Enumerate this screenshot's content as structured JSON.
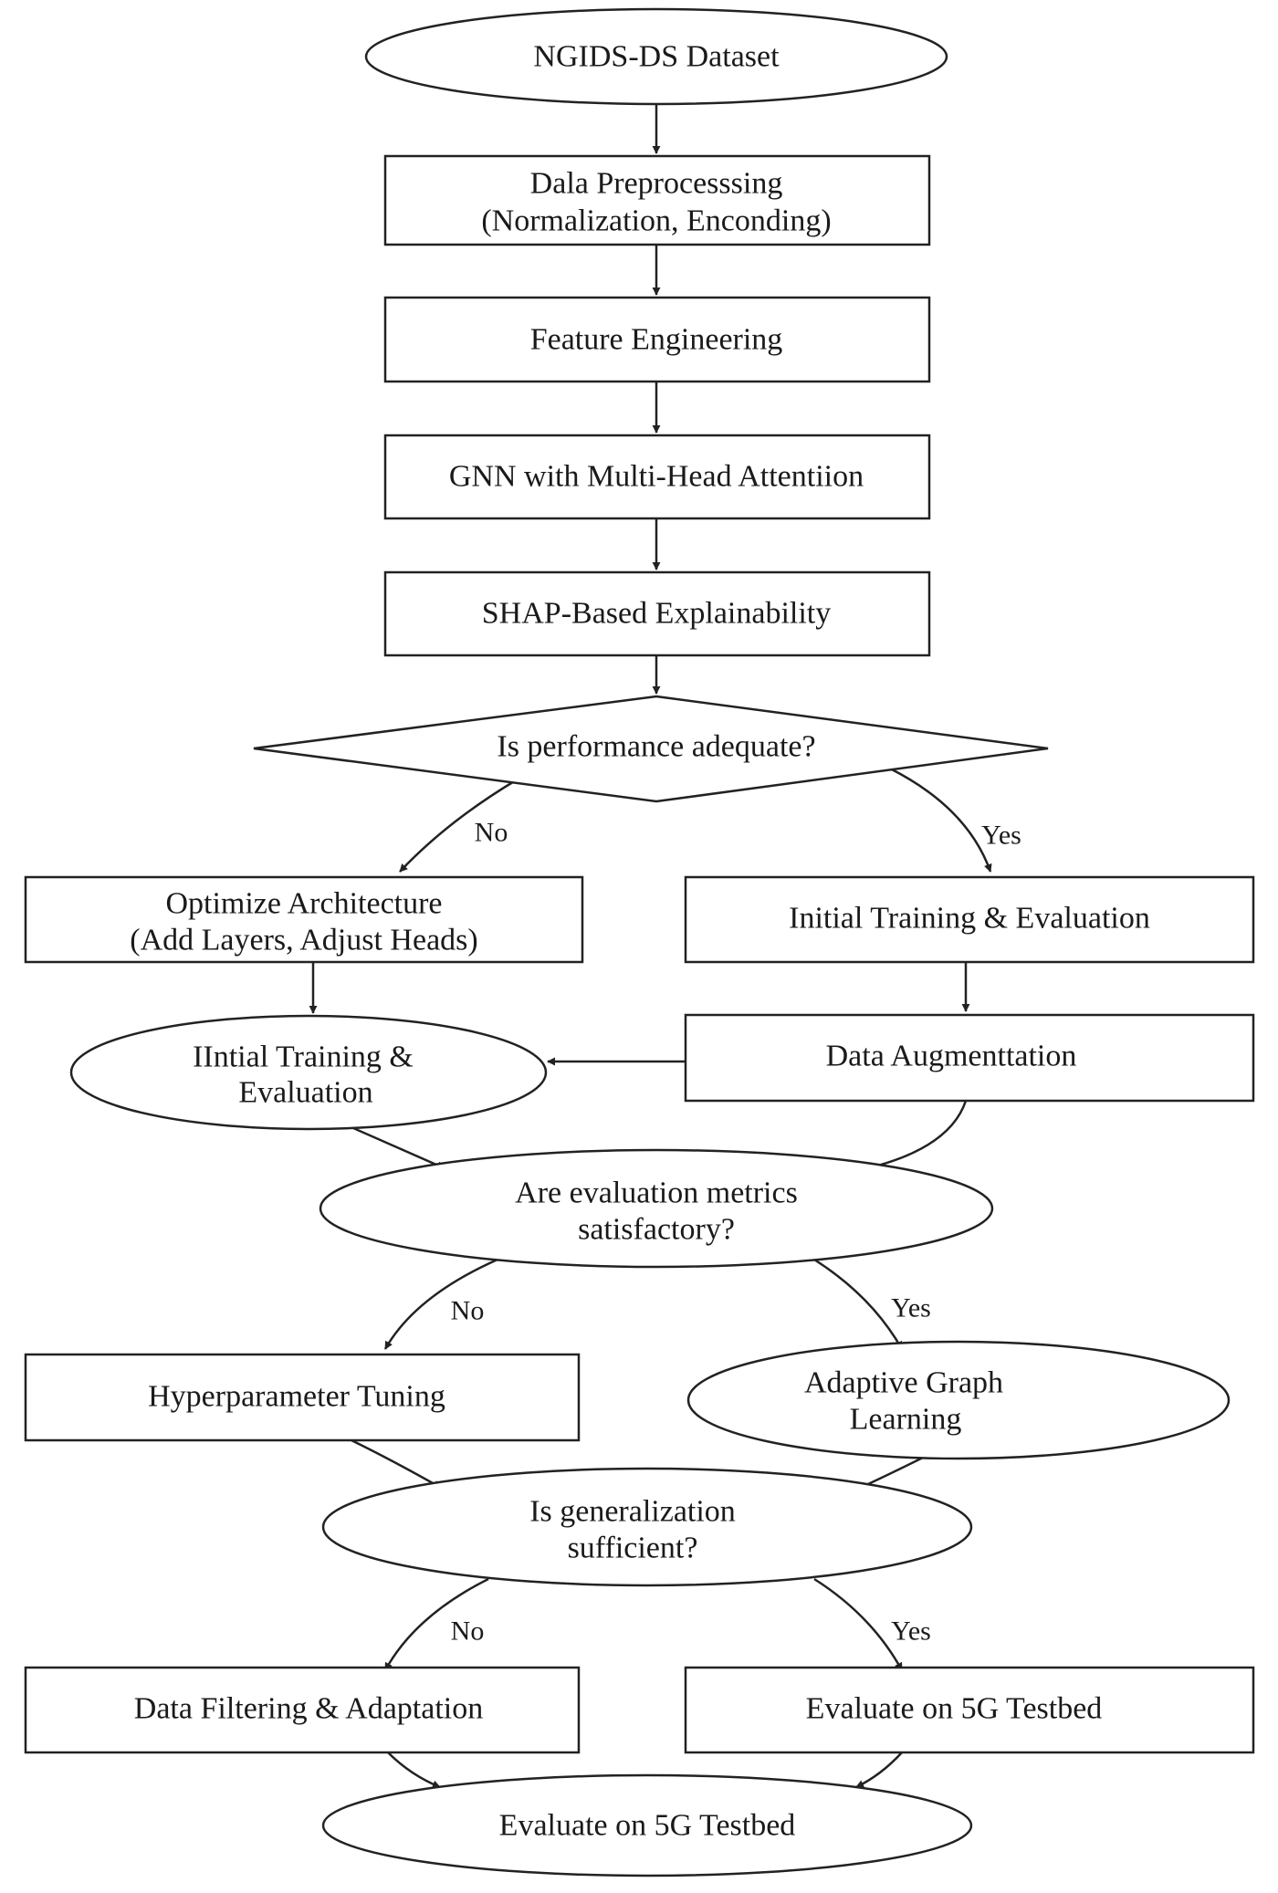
{
  "nodes": {
    "dataset": "NGIDS-DS Dataset",
    "preprocessing_1": "Dala Preprocesssing",
    "preprocessing_2": "(Normalization, Enconding)",
    "feature_engineering": "Feature Engineering",
    "gnn": "GNN with Multi-Head Attentiion",
    "shap": "SHAP-Based Explainability",
    "decision_performance": "Is performance adequate?",
    "optimize_1": "Optimize Architecture",
    "optimize_2": "(Add Layers, Adjust Heads)",
    "initial_training_right": "Initial Training & Evaluation",
    "initial_training_left_1": "IIntial Training &",
    "initial_training_left_2": "Evaluation",
    "data_augmentation": "Data Augmenttation",
    "decision_metrics_1": "Are evaluation metrics",
    "decision_metrics_2": "satisfactory?",
    "hyperparameter_tuning": "Hyperparameter Tuning",
    "adaptive_graph_1": "Adaptive Graph",
    "adaptive_graph_2": "Learning",
    "decision_generalization_1": "Is generalization",
    "decision_generalization_2": "sufficient?",
    "data_filtering": "Data Filtering & Adaptation",
    "evaluate_5g_box": "Evaluate on 5G Testbed",
    "evaluate_5g_final": "Evaluate on 5G Testbed"
  },
  "edge_labels": {
    "performance_no": "No",
    "performance_yes": "Yes",
    "metrics_no": "No",
    "metrics_yes": "Yes",
    "generalization_no": "No",
    "generalization_yes": "Yes"
  }
}
